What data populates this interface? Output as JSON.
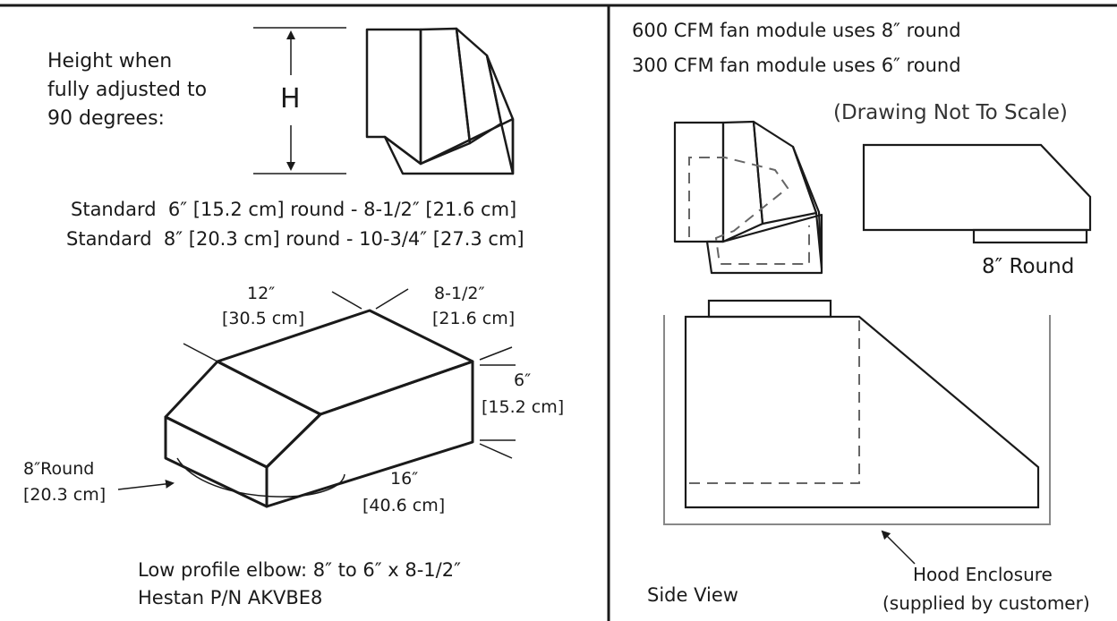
{
  "height_diagram": {
    "caption_lines": [
      "Height when",
      "fully adjusted to",
      "90 degrees:"
    ],
    "height_symbol": "H"
  },
  "standard_sizes": [
    "Standard  6″ [15.2 cm] round - 8-1/2″ [21.6 cm]",
    "Standard  8″ [20.3 cm] round - 10-3/4″ [27.3 cm]"
  ],
  "elbow_dims": {
    "length": "12″",
    "length_cm": "[30.5 cm]",
    "width": "8-1/2″",
    "width_cm": "[21.6 cm]",
    "depth": "6″",
    "depth_cm": "[15.2 cm]",
    "diag": "16″",
    "diag_cm": "[40.6 cm]",
    "round": "8″Round",
    "round_cm": "[20.3 cm]"
  },
  "elbow_caption": [
    "Low profile elbow: 8″ to 6″ x 8-1/2″",
    "Hestan P/N AKVBE8"
  ],
  "fan_notes": [
    "600 CFM fan module uses 8″ round",
    "300 CFM fan module uses 6″ round"
  ],
  "scale_note": "(Drawing Not To Scale)",
  "round_label": "8″ Round",
  "side_view": "Side View",
  "enclosure": [
    "Hood Enclosure",
    "(supplied by customer)"
  ]
}
